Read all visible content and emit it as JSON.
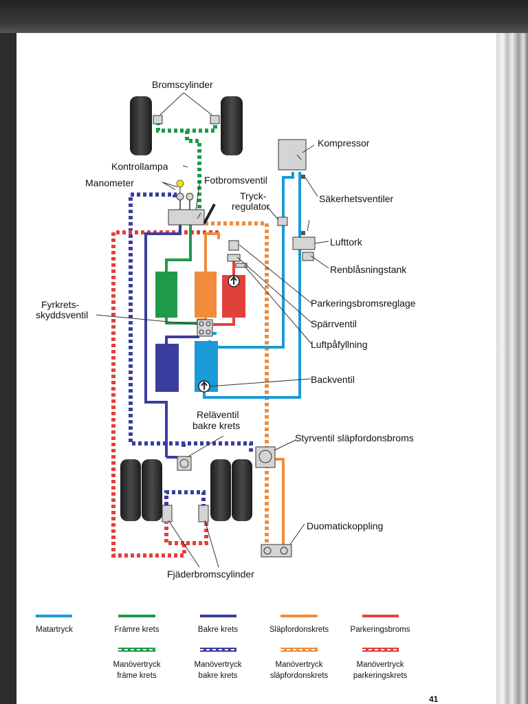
{
  "labels": {
    "bromscylinder": "Bromscylinder",
    "kompressor": "Kompressor",
    "kontrollampa": "Kontrollampa",
    "manometer": "Manometer",
    "fotbromsventil": "Fotbromsventil",
    "tryck_line1": "Tryck-",
    "tryck_line2": "regulator",
    "sakerhetsventiler": "Säkerhetsventiler",
    "lufttork": "Lufttork",
    "renblasningstank": "Renblåsningstank",
    "parkeringsbromsreglage": "Parkeringsbromsreglage",
    "fyrkrets_line1": "Fyrkrets-",
    "fyrkrets_line2": "skyddsventil",
    "sparrventil": "Spärrventil",
    "luftpafyllning": "Luftpåfyllning",
    "backventil": "Backventil",
    "relaventil_line1": "Reläventil",
    "relaventil_line2": "bakre krets",
    "styrventil": "Styrventil släpfordonsbroms",
    "duomatickoppling": "Duomatickoppling",
    "fjaderbromscylinder": "Fjäderbromscylinder"
  },
  "legend": {
    "solid": [
      {
        "label": "Matartryck",
        "color": "#1a9ad6"
      },
      {
        "label": "Främre krets",
        "color": "#1e9a4a"
      },
      {
        "label": "Bakre krets",
        "color": "#3b3e9e"
      },
      {
        "label": "Släpfordonskrets",
        "color": "#f08c3c"
      },
      {
        "label": "Parkeringsbroms",
        "color": "#e2413a"
      }
    ],
    "dashed": [
      {
        "line1": "Manövertryck",
        "line2": "främe krets",
        "color": "#1e9a4a"
      },
      {
        "line1": "Manövertryck",
        "line2": "bakre krets",
        "color": "#3b3e9e"
      },
      {
        "line1": "Manövertryck",
        "line2": "släpfordonskrets",
        "color": "#f08c3c"
      },
      {
        "line1": "Manövertryck",
        "line2": "parkeringskrets",
        "color": "#e2413a"
      }
    ]
  },
  "colors": {
    "blue": "#1a9ad6",
    "green": "#1e9a4a",
    "navy": "#3b3e9e",
    "orange": "#f08c3c",
    "red": "#e2413a",
    "grey_component": "#d4d4d4",
    "tire": "#2a2a2a",
    "lamp": "#f2e600"
  },
  "page_number": "41"
}
